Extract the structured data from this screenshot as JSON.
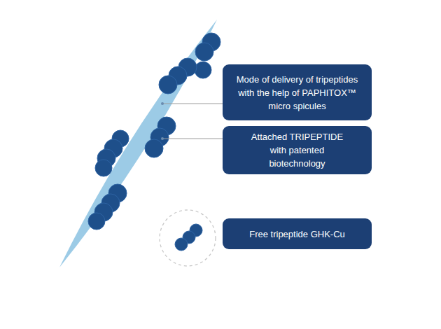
{
  "diagram": {
    "nodes": [
      {
        "text": [
          "Mode of delivery of tripeptides with the help of PAPHITOX™ micro spicules"
        ]
      },
      {
        "text": [
          "Attached TRIPEPTIDE with patented biotechnology"
        ]
      },
      {
        "text": [
          "Free tripeptide GHK-Cu"
        ]
      }
    ]
  }
}
